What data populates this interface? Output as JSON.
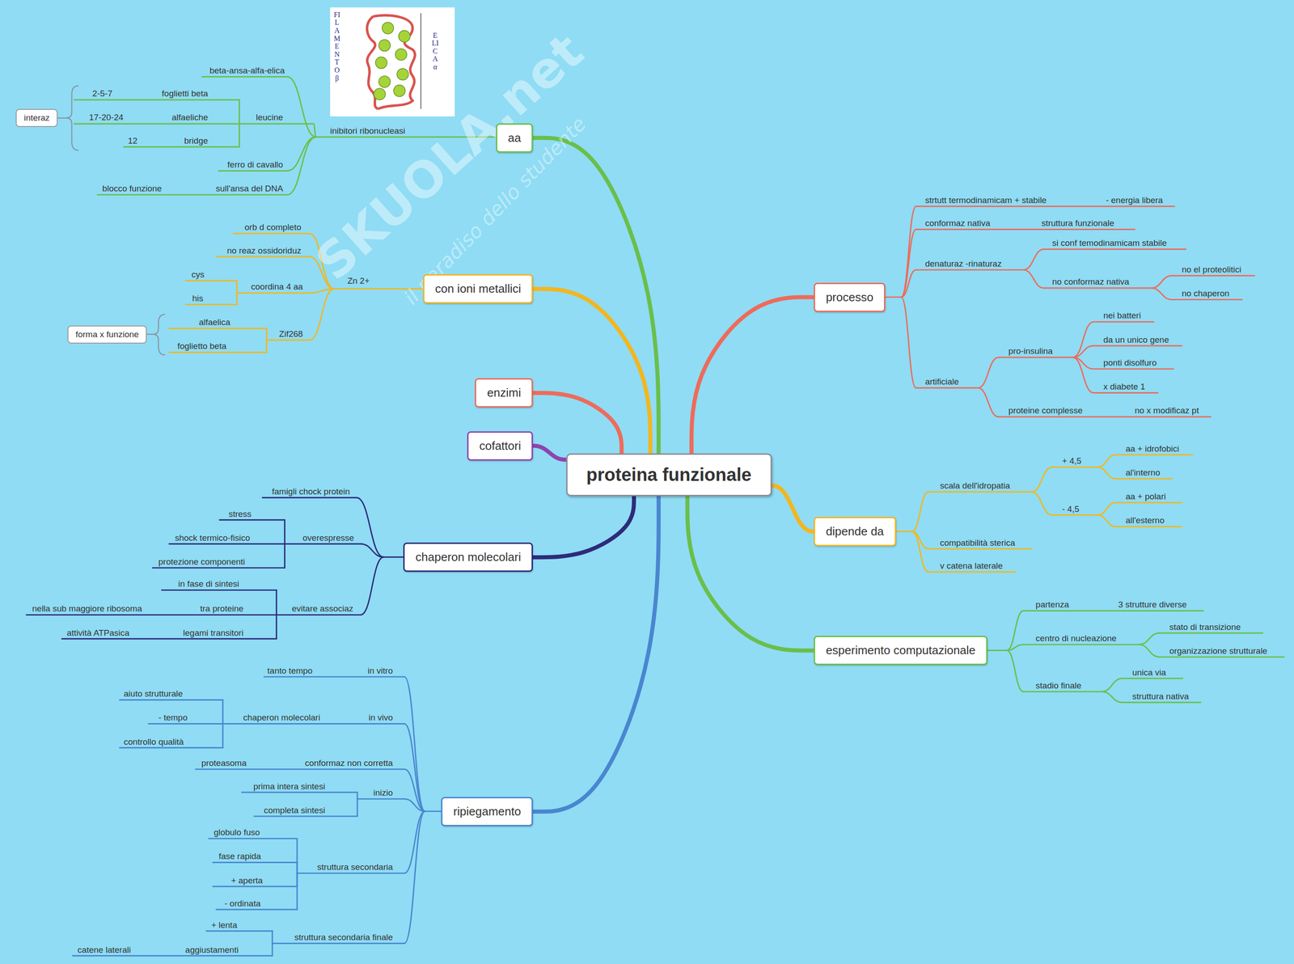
{
  "diagram": {
    "nodes": [
      {
        "text": [
          "proteina funzionale"
        ]
      },
      {
        "text": [
          "aa"
        ]
      },
      {
        "text": [
          "interaz"
        ]
      },
      {
        "text": [
          "con ioni metallici"
        ]
      },
      {
        "text": [
          "forma x funzione"
        ]
      },
      {
        "text": [
          "enzimi"
        ]
      },
      {
        "text": [
          "cofattori"
        ]
      },
      {
        "text": [
          "chaperon molecolari"
        ]
      },
      {
        "text": [
          "ripiegamento"
        ]
      },
      {
        "text": [
          "processo"
        ]
      },
      {
        "text": [
          "dipende da"
        ]
      },
      {
        "text": [
          "esperimento computazionale"
        ]
      }
    ],
    "edges": [
      {
        "from": 0,
        "to": 1,
        "arrow": "none"
      },
      {
        "from": 0,
        "to": 3,
        "arrow": "none"
      },
      {
        "from": 0,
        "to": 5,
        "arrow": "none"
      },
      {
        "from": 0,
        "to": 6,
        "arrow": "none"
      },
      {
        "from": 0,
        "to": 7,
        "arrow": "none"
      },
      {
        "from": 0,
        "to": 8,
        "arrow": "none"
      },
      {
        "from": 0,
        "to": 9,
        "arrow": "none"
      },
      {
        "from": 0,
        "to": 10,
        "arrow": "none"
      },
      {
        "from": 0,
        "to": 11,
        "arrow": "none"
      }
    ],
    "labels": [
      "inibitori ribonucleasi",
      "beta-ansa-alfa-elica",
      "2-5-7",
      "foglietti beta",
      "leucine",
      "17-20-24",
      "alfaeliche",
      "12",
      "bridge",
      "ferro di cavallo",
      "blocco funzione",
      "sull'ansa del DNA",
      "FILAMENTO β",
      "ELICA α",
      "Zn 2+",
      "orb d completo",
      "no reaz ossidoriduz",
      "coordina 4 aa",
      "cys",
      "his",
      "Zif268",
      "alfaelica",
      "foglietto beta",
      "famigli chock protein",
      "overespresse",
      "stress",
      "shock termico-fisico",
      "protezione componenti",
      "evitare associaz",
      "in fase di sintesi",
      "nella sub maggiore ribosoma",
      "tra proteine",
      "attività ATPasica",
      "legami transitori",
      "tanto tempo",
      "in vitro",
      "chaperon molecolari",
      "in vivo",
      "aiuto strutturale",
      "- tempo",
      "controllo qualità",
      "proteasoma",
      "conformaz non corretta",
      "inizio",
      "prima intera sintesi",
      "completa sintesi",
      "struttura secondaria",
      "globulo fuso",
      "fase rapida",
      "+ aperta",
      "- ordinata",
      "struttura secondaria finale",
      "+ lenta",
      "catene laterali",
      "aggiustamenti",
      "strtutt termodinamicam + stabile",
      "- energia libera",
      "conformaz nativa",
      "struttura funzionale",
      "denaturaz -rinaturaz",
      "si conf temodinamicam stabile",
      "no conformaz nativa",
      "no el proteolitici",
      "no chaperon",
      "artificiale",
      "pro-insulina",
      "nei batteri",
      "da un unico gene",
      "ponti disolfuro",
      "x diabete 1",
      "proteine complesse",
      "no x modificaz pt",
      "scala dell'idropatia",
      "+ 4,5",
      "aa + idrofobici",
      "al'interno",
      "- 4,5",
      "aa + polari",
      "all'esterno",
      "compatibilità sterica",
      "v catena laterale",
      "partenza",
      "3 strutture diverse",
      "centro di nucleazione",
      "stato di transizione",
      "organizzazione strutturale",
      "stadio finale",
      "unica via",
      "struttura nativa",
      "SKUOLA.net",
      "il paradiso dello studente"
    ]
  }
}
